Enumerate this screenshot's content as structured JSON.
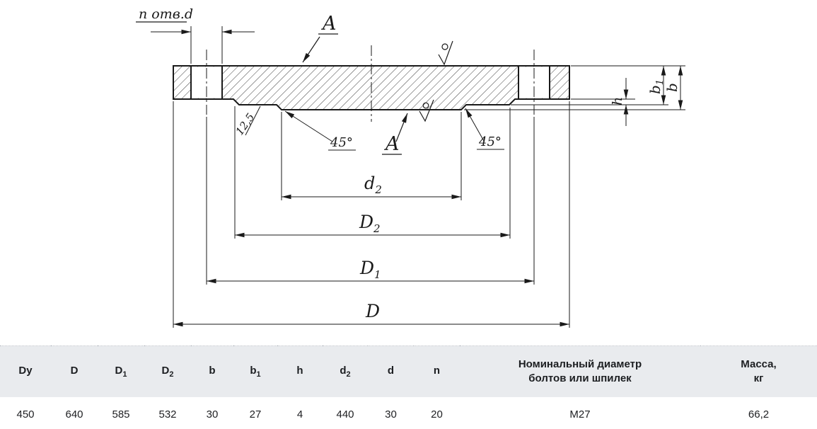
{
  "colors": {
    "line": "#1a1a1a",
    "table_header_bg": "#e9ebee",
    "background": "#ffffff"
  },
  "drawing": {
    "labels": {
      "holes_note": "n отв.d",
      "section_a_top": "A",
      "section_a_mid": "A",
      "roughness_value": "12,5",
      "chamfer_left": "45°",
      "chamfer_right": "45°",
      "dim_d2": {
        "base": "d",
        "sub": "2"
      },
      "dim_D2": {
        "base": "D",
        "sub": "2"
      },
      "dim_D1": {
        "base": "D",
        "sub": "1"
      },
      "dim_D": "D",
      "dim_h": "h",
      "dim_b1": {
        "base": "b",
        "sub": "1"
      },
      "dim_b": "b"
    }
  },
  "table": {
    "headers": [
      {
        "base": "Dy",
        "sub": ""
      },
      {
        "base": "D",
        "sub": ""
      },
      {
        "base": "D",
        "sub": "1"
      },
      {
        "base": "D",
        "sub": "2"
      },
      {
        "base": "b",
        "sub": ""
      },
      {
        "base": "b",
        "sub": "1"
      },
      {
        "base": "h",
        "sub": ""
      },
      {
        "base": "d",
        "sub": "2"
      },
      {
        "base": "d",
        "sub": ""
      },
      {
        "base": "n",
        "sub": ""
      },
      {
        "base": "Номинальный диаметр\nболтов или шпилек",
        "sub": ""
      },
      {
        "base": "Масса,\nкг",
        "sub": ""
      }
    ],
    "values": [
      "450",
      "640",
      "585",
      "532",
      "30",
      "27",
      "4",
      "440",
      "30",
      "20",
      "М27",
      "66,2"
    ]
  }
}
